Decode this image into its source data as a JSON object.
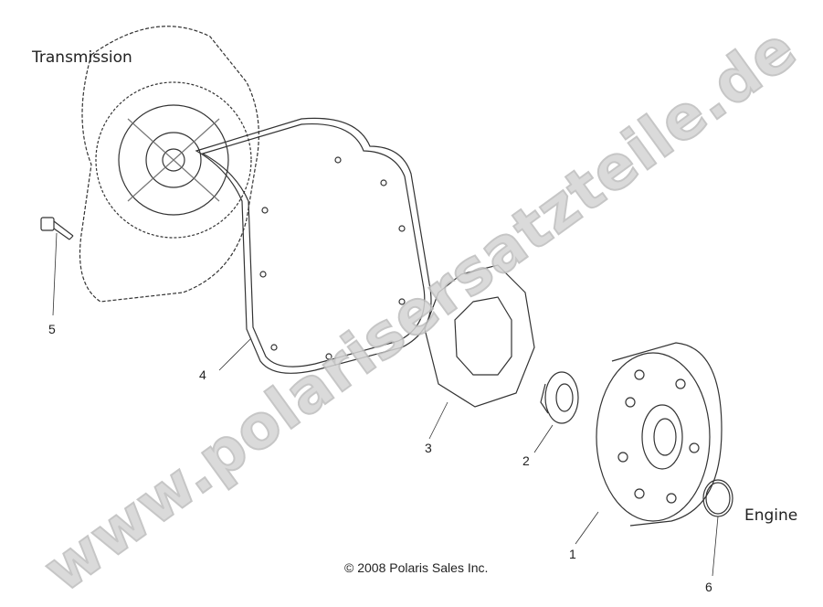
{
  "labels": {
    "transmission": "Transmission",
    "engine": "Engine"
  },
  "callouts": [
    "1",
    "2",
    "3",
    "4",
    "5",
    "6"
  ],
  "copyright": "© 2008 Polaris Sales Inc.",
  "watermark": "www.polarisersatzteile.de"
}
